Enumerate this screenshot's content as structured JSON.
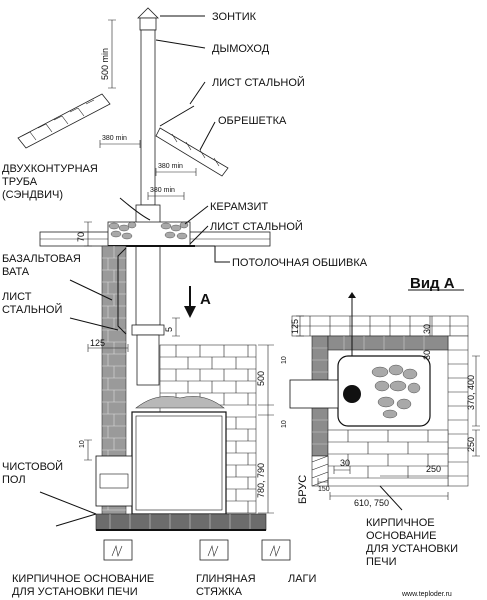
{
  "labels": {
    "umbrella": "ЗОНТИК",
    "chimney": "ДЫМОХОД",
    "steel_sheet_top": "ЛИСТ СТАЛЬНОЙ",
    "lathing": "ОБРЕШЕТКА",
    "double_pipe_1": "ДВУХКОНТУРНАЯ",
    "double_pipe_2": "ТРУБА",
    "double_pipe_3": "(СЭНДВИЧ)",
    "expanded_clay": "КЕРАМЗИТ",
    "steel_sheet_mid": "ЛИСТ СТАЛЬНОЙ",
    "ceiling_lining": "ПОТОЛОЧНАЯ ОБШИВКА",
    "basalt_1": "БАЗАЛЬТОВАЯ",
    "basalt_2": "ВАТА",
    "steel_left_1": "ЛИСТ",
    "steel_left_2": "СТАЛЬНОЙ",
    "finish_floor_1": "ЧИСТОВОЙ",
    "finish_floor_2": "ПОЛ",
    "brick_base_left_1": "КИРПИЧНОЕ ОСНОВАНИЕ",
    "brick_base_left_2": "ДЛЯ УСТАНОВКИ ПЕЧИ",
    "clay_screed_1": "ГЛИНЯНАЯ",
    "clay_screed_2": "СТЯЖКА",
    "joists": "ЛАГИ",
    "view_a": "Вид А",
    "view_a_mark": "А",
    "beam": "БРУС",
    "brick_base_right_1": "КИРПИЧНОЕ",
    "brick_base_right_2": "ОСНОВАНИЕ",
    "brick_base_right_3": "ДЛЯ УСТАНОВКИ",
    "brick_base_right_4": "ПЕЧИ",
    "watermark": "www.teploder.ru"
  },
  "dimensions": {
    "d500min": "500 min",
    "d380min_a": "380 min",
    "d380min_b": "380 min",
    "d380min_c": "380 min",
    "d70": "70",
    "d5": "5",
    "d125": "125",
    "d500": "500",
    "d780": "780, 790",
    "d10a": "10",
    "d10b": "10",
    "d10c": "10",
    "r125": "125",
    "r30a": "30",
    "r370": "370, 400",
    "r250a": "250",
    "r30b": "30",
    "r150": "150",
    "r30c": "30",
    "r250b": "250",
    "r610": "610, 750"
  }
}
